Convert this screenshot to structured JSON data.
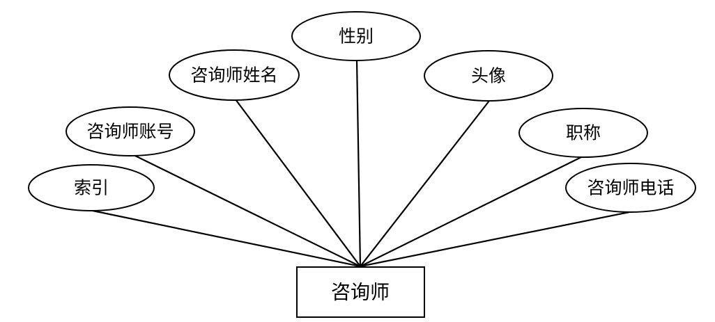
{
  "diagram": {
    "entity": {
      "label": "咨询师"
    },
    "attributes": [
      {
        "id": "index",
        "label": "索引"
      },
      {
        "id": "account",
        "label": "咨询师账号"
      },
      {
        "id": "name",
        "label": "咨询师姓名"
      },
      {
        "id": "gender",
        "label": "性别"
      },
      {
        "id": "avatar",
        "label": "头像"
      },
      {
        "id": "title",
        "label": "职称"
      },
      {
        "id": "phone",
        "label": "咨询师电话"
      }
    ],
    "colors": {
      "stroke": "#000000",
      "fill": "#ffffff",
      "text": "#000000"
    }
  }
}
